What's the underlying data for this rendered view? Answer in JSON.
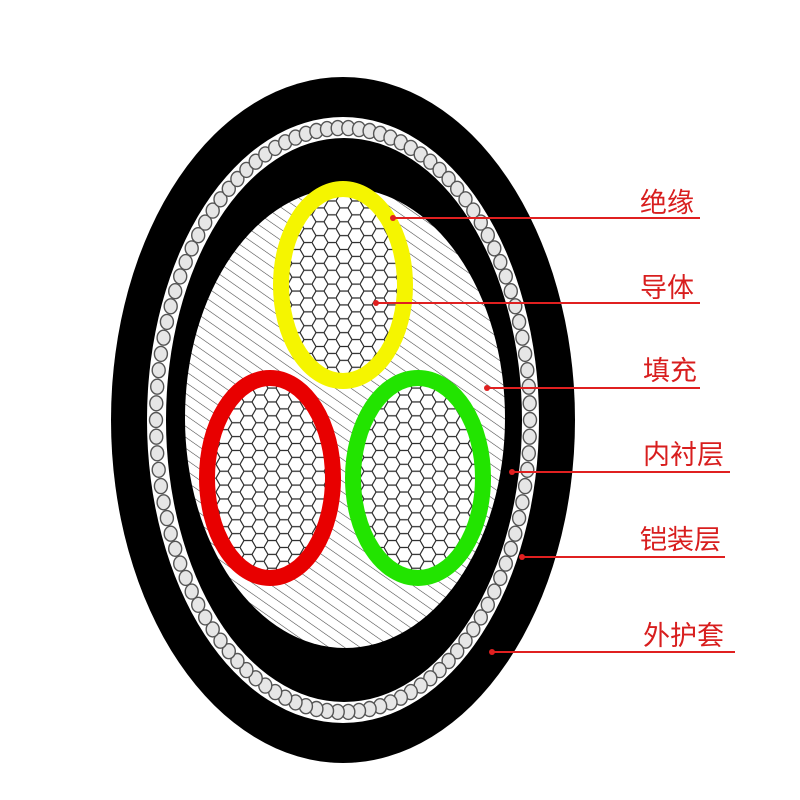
{
  "labels": {
    "insulation": "绝缘",
    "conductor": "导体",
    "filler": "填充",
    "inner_lining": "内衬层",
    "armor": "铠装层",
    "outer_sheath": "外护套"
  },
  "colors": {
    "leader": "#e02020",
    "label_text": "#d81e1e",
    "sheath": "#000000",
    "armor_wires": "#e6e6e6",
    "core_yellow": "#f5f500",
    "core_red": "#e80000",
    "core_green": "#22e400",
    "filler_hatch": "#444444",
    "background": "#ffffff"
  },
  "icons": {
    "core_strands": "hexagon-strand-pattern",
    "armor": "round-wire-ring"
  }
}
